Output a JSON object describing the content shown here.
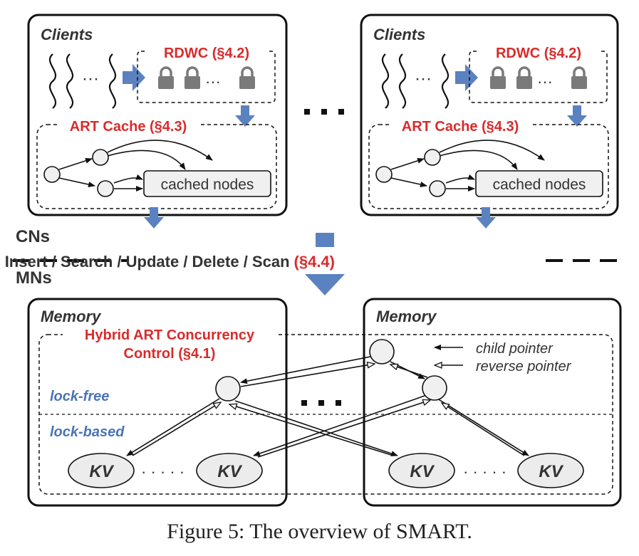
{
  "colors": {
    "accent_red": "#d92b2b",
    "accent_blue": "#4a74b4",
    "arrow_blue": "#5b82c0",
    "lock_gray": "#7a7a7a",
    "node_fill": "#f0f0f0",
    "kv_fill": "#ececec"
  },
  "client_left": {
    "title": "Clients",
    "rdwc_label": "RDWC (§4.2)",
    "cache_label": "ART Cache (§4.3)",
    "cached_nodes_label": "cached nodes"
  },
  "client_right": {
    "title": "Clients",
    "rdwc_label": "RDWC (§4.2)",
    "cache_label": "ART Cache (§4.3)",
    "cached_nodes_label": "cached nodes"
  },
  "divider": {
    "cns_label": "CNs",
    "mns_label": "MNs",
    "ops_label": "Insert / Search / Update / Delete / Scan",
    "ops_ref": "(§4.4)"
  },
  "memory_left": {
    "title": "Memory"
  },
  "memory_right": {
    "title": "Memory"
  },
  "hybrid": {
    "line1": "Hybrid ART Concurrency",
    "line2": "Control (§4.1)",
    "lock_free": "lock-free",
    "lock_based": "lock-based"
  },
  "legend": {
    "child_pointer": "child pointer",
    "reverse_pointer": "reverse pointer"
  },
  "kv_labels": [
    "KV",
    "KV",
    "KV",
    "KV"
  ],
  "caption": "Figure 5: The overview of SMART."
}
